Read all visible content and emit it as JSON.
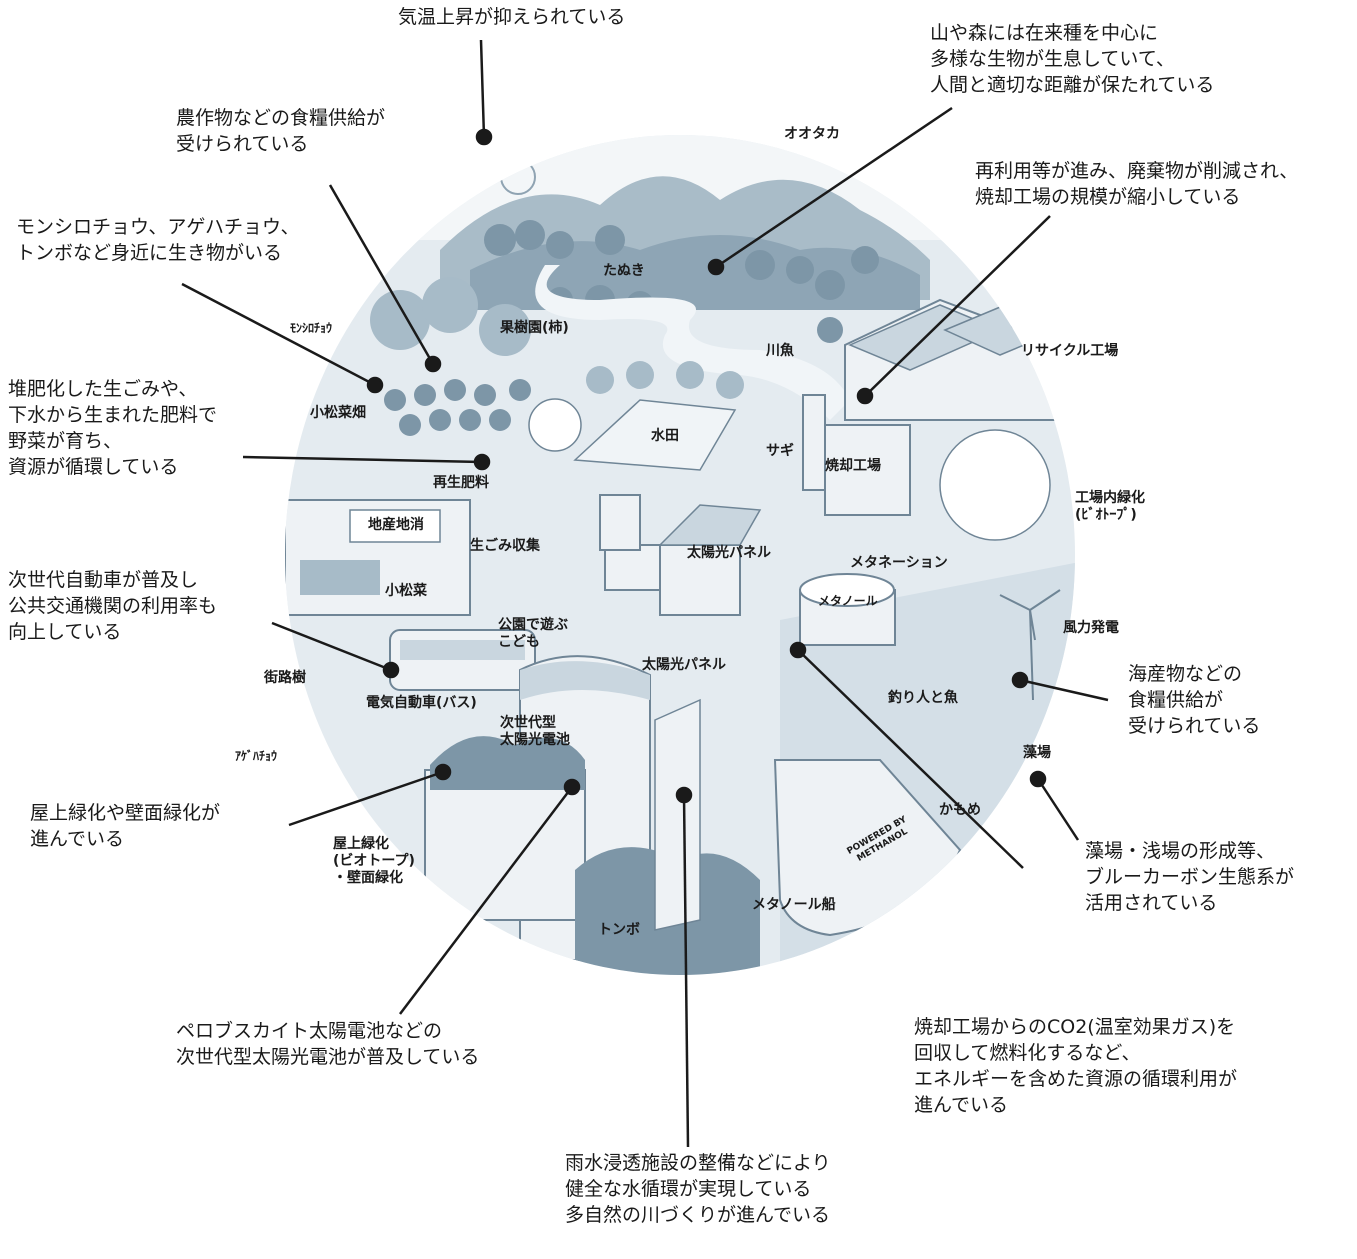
{
  "callouts": {
    "temperature": "気温上昇が抑えられている",
    "forest_biodiversity": "山や森には在来種を中心に\n多様な生物が生息していて、\n人間と適切な距離が保たれている",
    "crop_supply": "農作物などの食糧供給が\n受けられている",
    "waste_reduction": "再利用等が進み、廃棄物が削減され、\n焼却工場の規模が縮小している",
    "insects_nearby": "モンシロチョウ、アゲハチョウ、\nトンボなど身近に生き物がいる",
    "compost_cycle": "堆肥化した生ごみや、\n下水から生まれた肥料で\n野菜が育ち、\n資源が循環している",
    "next_gen_vehicles": "次世代自動車が普及し\n公共交通機関の利用率も\n向上している",
    "seafood_supply": "海産物などの\n食糧供給が\n受けられている",
    "rooftop_greening": "屋上緑化や壁面緑化が\n進んでいる",
    "blue_carbon": "藻場・浅場の形成等、\nブルーカーボン生態系が\n活用されている",
    "perovskite": "ペロブスカイト太陽電池などの\n次世代型太陽光電池が普及している",
    "co2_recycling": "焼却工場からのCO2(温室効果ガス)を\n回収して燃料化するなど、\nエネルギーを含めた資源の循環利用が\n進んでいる",
    "water_cycle": "雨水浸透施設の整備などにより\n健全な水循環が実現している\n多自然の川づくりが進んでいる"
  },
  "labels": {
    "hawk": "オオタカ",
    "tanuki": "たぬき",
    "river_fish": "川魚",
    "orchard": "果樹園(柿)",
    "cabbage_white": "ﾓﾝｼﾛﾁｮｳ",
    "komatsuna_field": "小松菜畑",
    "rice_paddy": "水田",
    "heron": "サギ",
    "recycled_fertilizer": "再生肥料",
    "recycling_plant": "リサイクル工場",
    "incineration_plant": "焼却工場",
    "factory_biotope": "工場内緑化\n(ﾋﾞｵﾄｰﾌﾟ)",
    "local_production": "地産地消",
    "food_waste_collection": "生ごみ収集",
    "solar_panel_house": "太陽光パネル",
    "methanation": "メタネーション",
    "methanol_tank": "メタノール",
    "komatsuna": "小松菜",
    "park_children": "公園で遊ぶ\nこども",
    "solar_panel_building": "太陽光パネル",
    "wind_power": "風力発電",
    "street_trees": "街路樹",
    "electric_bus": "電気自動車(バス)",
    "next_gen_solar": "次世代型\n太陽光電池",
    "angler": "釣り人と魚",
    "swallowtail": "ｱｹﾞﾊﾁｮｳ",
    "seagrass": "藻場",
    "seagull": "かもめ",
    "rooftop_label": "屋上緑化\n(ビオトープ)\n・壁面緑化",
    "methanol_ship": "メタノール船",
    "dragonfly": "トンボ",
    "ship_text": "POWERED BY METHANOL"
  },
  "colors": {
    "ink": "#1a1a1a",
    "scene_base": "#d9e3ea",
    "tree_dark": "#7d96a7",
    "tree_mid": "#a7bbc8",
    "tree_light": "#c9d6df",
    "building": "#eef2f5",
    "building_line": "#6f8596",
    "water": "#e9eff3"
  }
}
